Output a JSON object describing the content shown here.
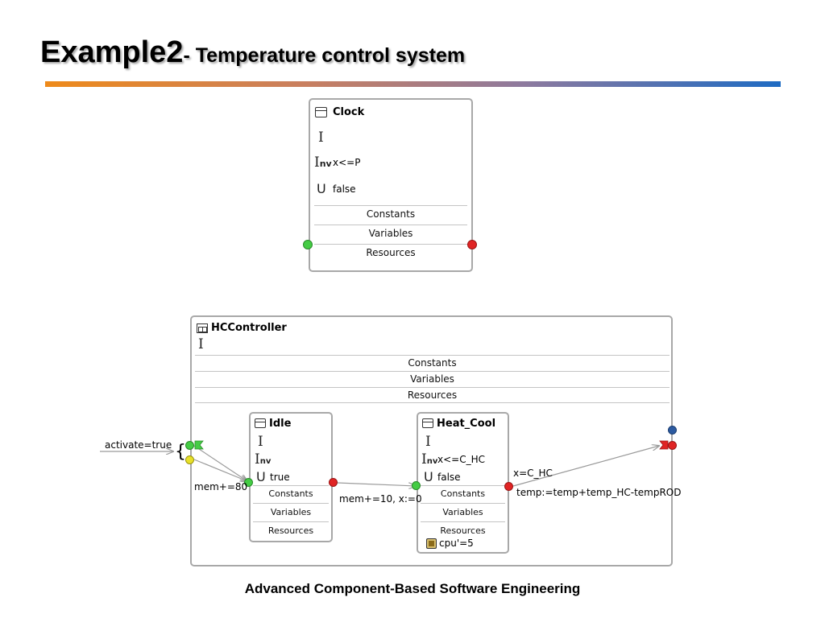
{
  "title": {
    "main": "Example2",
    "sub": "- Temperature control system"
  },
  "footer": "Advanced Component-Based Software Engineering",
  "clock": {
    "name": "Clock",
    "inv": "x<=P",
    "urgent": "false",
    "sections": [
      "Constants",
      "Variables",
      "Resources"
    ]
  },
  "hc": {
    "name": "HCController",
    "sections": [
      "Constants",
      "Variables",
      "Resources"
    ]
  },
  "idle": {
    "name": "Idle",
    "urgent": "true",
    "sections": [
      "Constants",
      "Variables",
      "Resources"
    ]
  },
  "heat": {
    "name": "Heat_Cool",
    "inv": "x<=C_HC",
    "urgent": "false",
    "sections": [
      "Constants",
      "Variables",
      "Resources"
    ],
    "resource": "cpu'=5"
  },
  "symbols": {
    "initial": "I",
    "inv_i": "I",
    "inv_nv": "nv",
    "urgent": "U"
  },
  "edges": {
    "activate": "activate=true",
    "brace": "{",
    "mem80": "mem+=80",
    "mem10": "mem+=10, x:=0",
    "guard": "x=C_HC",
    "update": "temp:=temp+temp_HC-tempROD"
  },
  "colors": {
    "port_green": "#44cc44",
    "port_red": "#e02424",
    "port_yellow": "#e8e02a",
    "port_blue": "#2c5aa0",
    "border": "#a8a8a8"
  }
}
